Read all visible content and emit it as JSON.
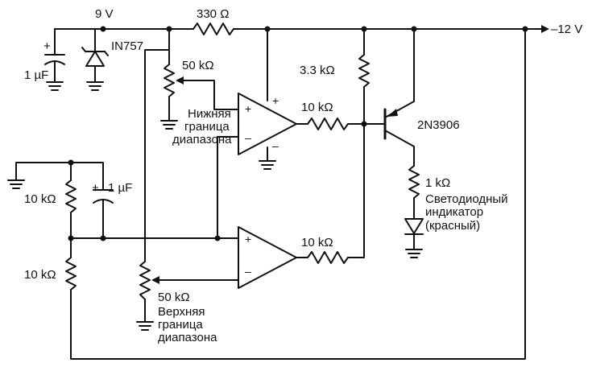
{
  "labels": {
    "supply_9v": "9 V",
    "r_330": "330 Ω",
    "supply_neg12": "–12 V",
    "cap_top": "1 µF",
    "zener": "IN757",
    "pot_top": "50 kΩ",
    "lower_limit": [
      "Нижняя",
      "граница",
      "диапазона"
    ],
    "r_3k3": "3.3 kΩ",
    "r_10k_top": "10 kΩ",
    "transistor": "2N3906",
    "r_1k": "1 kΩ",
    "led_label": [
      "Светодиодный",
      "индикатор",
      "(красный)"
    ],
    "cap_mid": "1 µF",
    "r_10k_left_top": "10 kΩ",
    "r_10k_left_bottom": "10 kΩ",
    "r_10k_bottom": "10 kΩ",
    "pot_bottom": "50 kΩ",
    "upper_limit": [
      "Верхняя",
      "граница",
      "диапазона"
    ],
    "plus": "+",
    "minus": "–"
  }
}
